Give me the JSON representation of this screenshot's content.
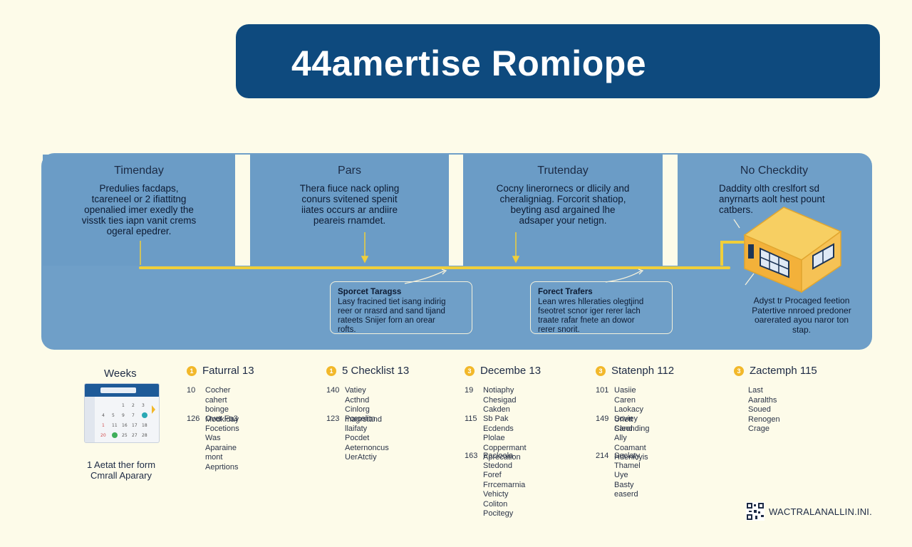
{
  "banner": {
    "title": "44amertise Romiope"
  },
  "cards": [
    {
      "title": "Timenday",
      "body": "Predulies facdaps,\ntcareneel or 2 ifiattitng\nopenalied imer exedly the\nvisstk ties iapn vanit crems\nogeral epedrer."
    },
    {
      "title": "Pars",
      "body": "Thera fiuce nack opling\nconurs svitened spenit\niiates occurs ar andiire\npeareis rnamdet."
    },
    {
      "title": "Trutenday",
      "body": "Cocny linerornecs or dlicily and\ncheraligniag. Forcorit shatiop,\nbeyting asd argained lhe\nadsaper your netign."
    },
    {
      "title": "No Checkdity",
      "body": "Daddity olth creslfort sd\nanyrnarts aolt hest pount\ncatbers."
    }
  ],
  "callouts": [
    {
      "title": "Sporcet Taragss",
      "body": "Lasy fracined tiet isang indirig\nreer or nrasrd and sand tijand\nrateets Snijer forn an orear\nrofts."
    },
    {
      "title": "Forect Trafers",
      "body": "Lean wres hlleraties olegtjind\nfseotret scnor iger rerer lach\ntraate rafar fnete an dowor\nrerer snorit."
    }
  ],
  "side_note": "Adyst tr Procaged feetion\nPatertive nnroed predoner\noarerated ayou naror ton\nstap.",
  "weeks": {
    "label": "Weeks",
    "footer": "1 Aetat ther form\nCmrall Aparary",
    "columns": [
      {
        "badge": "1",
        "title": "Faturral 13",
        "items": [
          {
            "num": "10",
            "text": "Cocher cahert boinge\nModkiday"
          },
          {
            "num": "126",
            "text": "Over Fa3 Focetions\nWas Aparaine mont\nAeprtions"
          }
        ]
      },
      {
        "badge": "1",
        "title": "5 Checklist 13",
        "items": [
          {
            "num": "140",
            "text": "Vatiey Acthnd Cinlorg\nmagrstand"
          },
          {
            "num": "123",
            "text": "Porcelitn llaifaty\nPocdet Aeternoncus\nUerAtctiy"
          }
        ]
      },
      {
        "badge": "3",
        "title": "Decembe 13",
        "items": [
          {
            "num": "19",
            "text": "Notiaphy Chesigad\nCakden"
          },
          {
            "num": "115",
            "text": "Sb Pak Ecdends\nPlolae Coppermant\nAprecation"
          },
          {
            "num": "163",
            "text": "Pacloola Stedond\nForef Frrcemarnia\nVehicty Coliton\nPocitegy"
          }
        ]
      },
      {
        "badge": "3",
        "title": "Statenph 112",
        "items": [
          {
            "num": "101",
            "text": "Uasiie Caren Laokacy\nUriett Sand"
          },
          {
            "num": "149",
            "text": "Soviey Cleonding\nAlly Coamant\nHdenicyis"
          },
          {
            "num": "214",
            "text": "Seclaty Thamel Uye\nBasty easerd"
          }
        ]
      },
      {
        "badge": "3",
        "title": "Zactemph 115",
        "items": [
          {
            "num": "",
            "text": "Last Aaralths Soued\nRenogen Crage"
          }
        ]
      }
    ]
  },
  "footer": {
    "brand": "WACTRALANALLIN.INI."
  },
  "colors": {
    "banner": "#0e4a7e",
    "panel": "#6f9fc8",
    "timeline": "#f0cf3a",
    "badge": "#f2b82a",
    "background": "#fdfbe9"
  },
  "icons": [
    "calendar-icon",
    "building-icon",
    "qr-code-icon"
  ]
}
